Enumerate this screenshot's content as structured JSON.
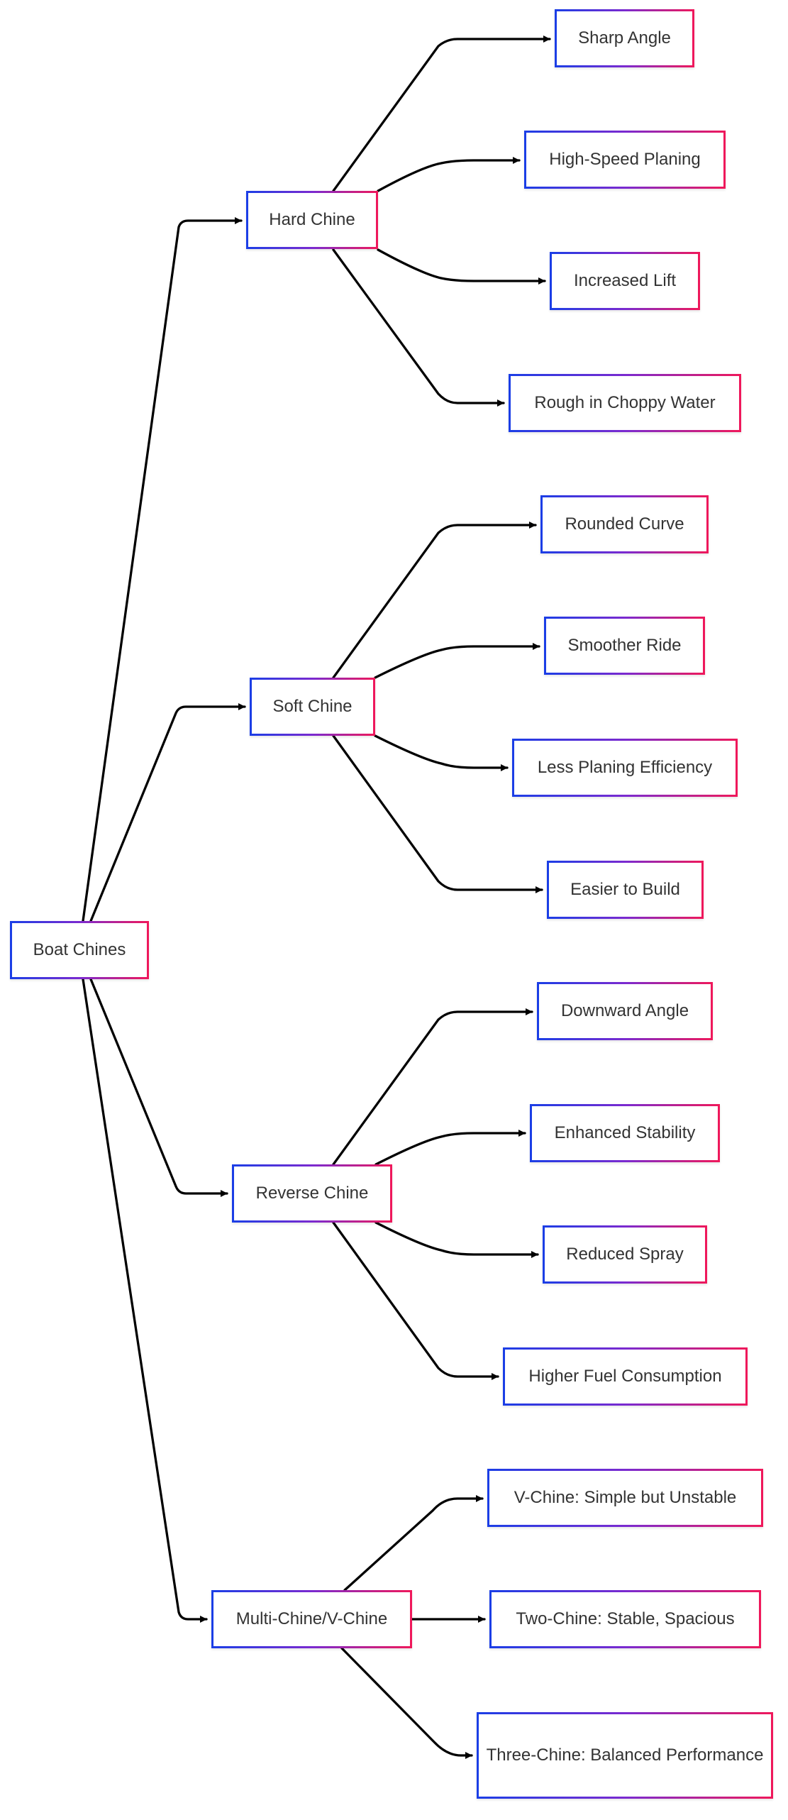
{
  "diagram": {
    "root": "Boat Chines",
    "categories": [
      {
        "label": "Hard Chine",
        "children": [
          "Sharp Angle",
          "High-Speed Planing",
          "Increased Lift",
          "Rough in Choppy Water"
        ]
      },
      {
        "label": "Soft Chine",
        "children": [
          "Rounded Curve",
          "Smoother Ride",
          "Less Planing Efficiency",
          "Easier to Build"
        ]
      },
      {
        "label": "Reverse Chine",
        "children": [
          "Downward Angle",
          "Enhanced Stability",
          "Reduced Spray",
          "Higher Fuel Consumption"
        ]
      },
      {
        "label": "Multi-Chine/V-Chine",
        "children": [
          "V-Chine: Simple but Unstable",
          "Two-Chine: Stable, Spacious",
          "Three-Chine: Balanced Performance"
        ]
      }
    ]
  },
  "colors": {
    "border_start": "#1a3ee6",
    "border_end": "#f0185a",
    "edge": "#000000",
    "text": "#333333"
  }
}
